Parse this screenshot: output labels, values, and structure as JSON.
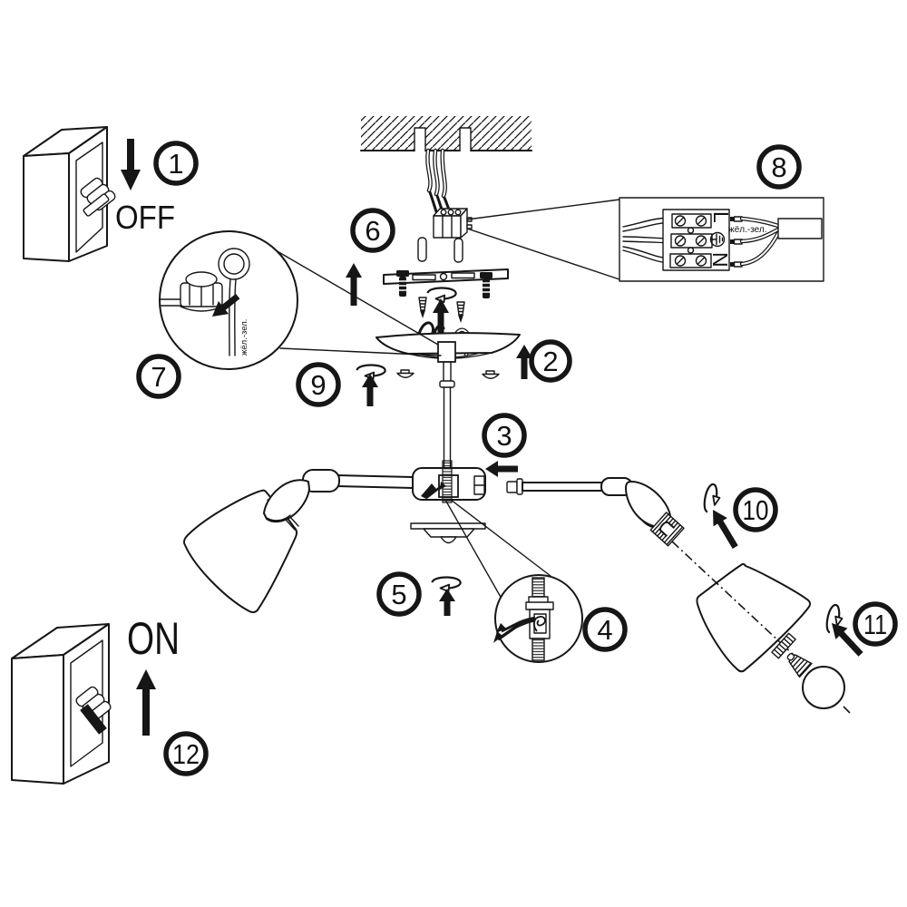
{
  "diagram": {
    "description": "Ceiling chandelier installation instruction sheet with 12 numbered steps",
    "background_color": "#ffffff",
    "line_color": "#161616",
    "step_numbers": [
      "1",
      "2",
      "3",
      "4",
      "5",
      "6",
      "7",
      "8",
      "9",
      "10",
      "11",
      "12"
    ],
    "labels": {
      "power_off": "OFF",
      "power_on": "ON",
      "terminal_live": "L",
      "terminal_neutral": "N",
      "wire_color_note": "жёл.-зел."
    }
  }
}
